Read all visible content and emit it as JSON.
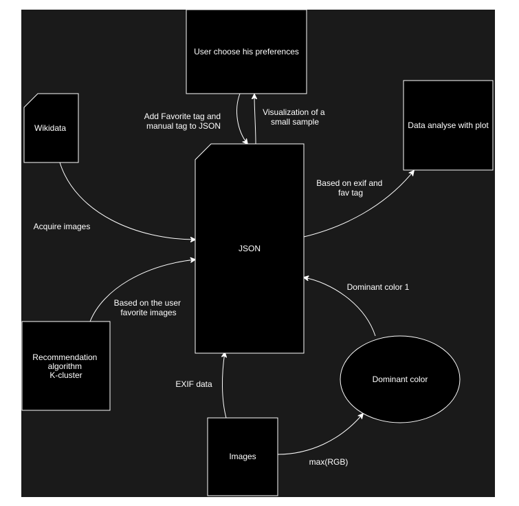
{
  "nodes": {
    "user_prefs": "User choose his preferences",
    "wikidata": "Wikidata",
    "data_analyse": "Data analyse with plot",
    "json": "JSON",
    "recommendation": [
      "Recommendation",
      "algorithm",
      "K-cluster"
    ],
    "dominant_color": "Dominant color",
    "images": "Images"
  },
  "edges": {
    "add_favorite": [
      "Add Favorite tag and",
      "manual tag to JSON"
    ],
    "visualization": [
      "Visualization of a",
      "small sample"
    ],
    "acquire_images": "Acquire images",
    "based_on_exif": [
      "Based on exif and",
      "fav tag"
    ],
    "based_on_user": [
      "Based on the user",
      "favorite images"
    ],
    "dominant_color_1": "Dominant color 1",
    "exif_data": "EXIF data",
    "max_rgb": "max(RGB)"
  },
  "colors": {
    "background": "#1a1a1a",
    "page": "#ffffff",
    "shape_fill": "#000000",
    "stroke": "#ffffff",
    "text": "#ffffff"
  }
}
